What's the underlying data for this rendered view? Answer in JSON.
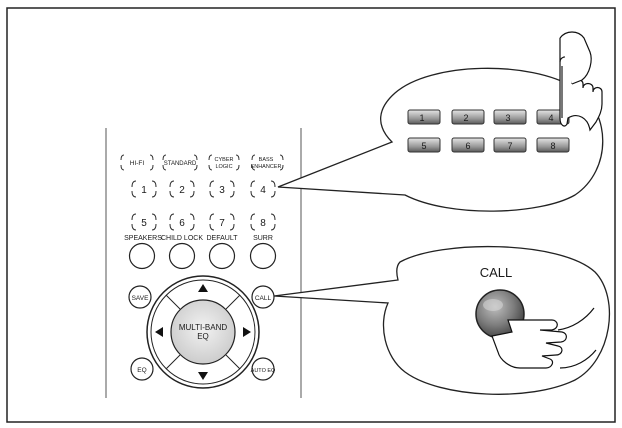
{
  "remote": {
    "mode_buttons": [
      {
        "label": "HI-FI"
      },
      {
        "label": "STANDARD"
      },
      {
        "label_line1": "CYBER",
        "label_line2": "LOGIC"
      },
      {
        "label_line1": "BASS",
        "label_line2": "ENHANCER"
      }
    ],
    "number_row1": [
      "1",
      "2",
      "3",
      "4"
    ],
    "number_row2": [
      "5",
      "6",
      "7",
      "8"
    ],
    "function_labels": [
      "SPEAKERS",
      "CHILD LOCK",
      "DEFAULT",
      "SURR"
    ],
    "left_top_button": "SAVE",
    "right_top_button": "CALL",
    "left_bottom_button": "EQ",
    "right_bottom_button": "AUTO EQ",
    "center_line1": "MULTI-BAND",
    "center_line2": "EQ"
  },
  "keypad_callout": {
    "row1": [
      "1",
      "2",
      "3",
      "4"
    ],
    "row2": [
      "5",
      "6",
      "7",
      "8"
    ]
  },
  "call_callout": {
    "label": "CALL"
  },
  "icons": [
    "pointing-hand-icon",
    "pressing-hand-icon",
    "arrow-up-icon",
    "arrow-down-icon",
    "arrow-left-icon",
    "arrow-right-icon"
  ]
}
